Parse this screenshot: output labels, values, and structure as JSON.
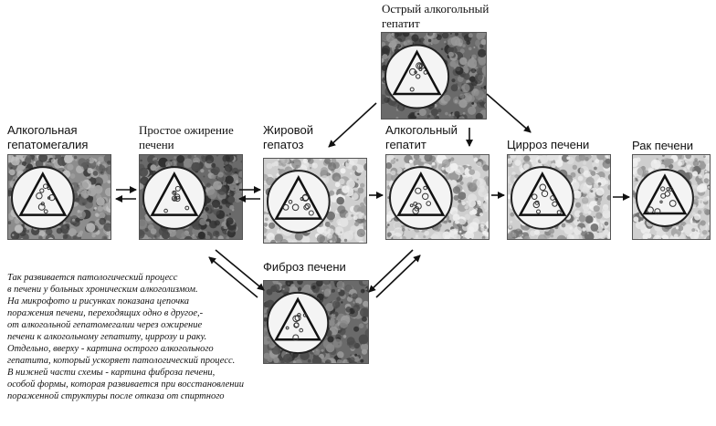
{
  "nodes": {
    "acute_hepatitis": {
      "label_line1": "Острый алкогольный",
      "label_line2": "гепатит"
    },
    "hepatomegaly": {
      "label_line1": "Алкогольная",
      "label_line2": "гепатомегалия"
    },
    "simple_obesity": {
      "label_line1": "Простое ожирение",
      "label_line2": "печени"
    },
    "fatty_hepatosis": {
      "label_line1": "Жировой",
      "label_line2": "гепатоз"
    },
    "alcoholic_hepatitis": {
      "label_line1": "Алкогольный",
      "label_line2": "гепатит"
    },
    "cirrhosis": {
      "label_line1": "Цирроз печени"
    },
    "cancer": {
      "label_line1": "Рак печени"
    },
    "fibrosis": {
      "label_line1": "Фиброз печени"
    }
  },
  "caption": {
    "lines": [
      "Так развивается патологический процесс",
      "в печени у больных хроническим алкоголизмом.",
      "На микрофото и рисунках показана цепочка",
      "поражения печени, переходящих одно в другое,-",
      "от алкогольной гепатомегалии через ожирение",
      "печени к алкогольному гепатиту, циррозу и раку.",
      "Отдельно, вверху - картина острого алкогольного",
      "гепатита, который ускоряет патологический процесс.",
      "В нижней части схемы - картина фиброза печени,",
      "особой формы, которая развивается при восстановлении",
      "пораженной структуры после отказа от спиртного"
    ]
  },
  "colors": {
    "ink": "#111111",
    "tile_dark": "#3a3a3a",
    "tile_light": "#d8d8d8"
  }
}
